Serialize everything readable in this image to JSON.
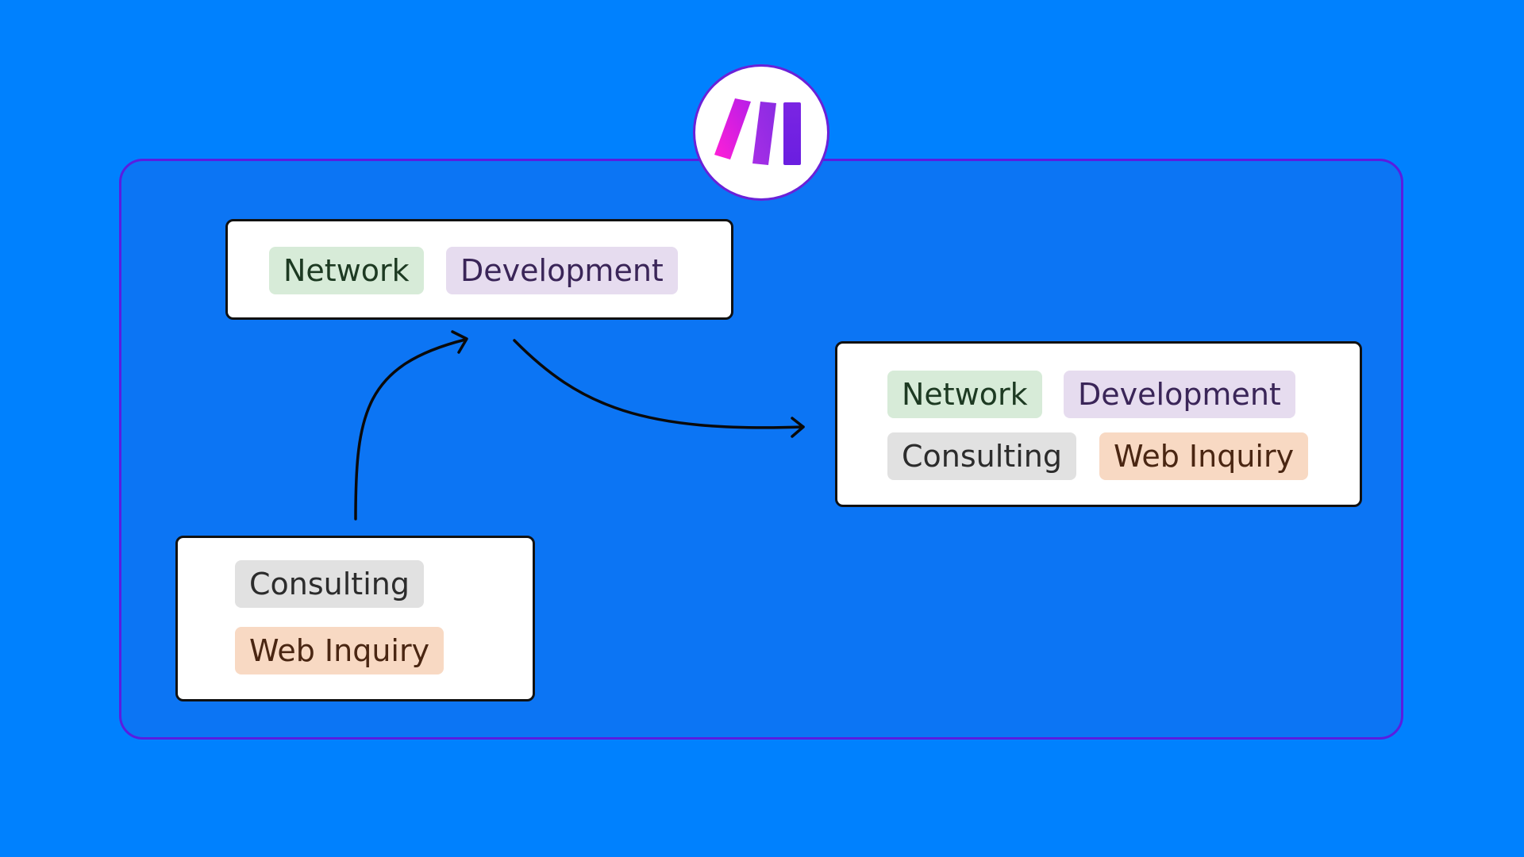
{
  "colors": {
    "background": "#0081fe",
    "frame_fill": "#0c75f4",
    "frame_border": "#5a1de0",
    "card": "#ffffff",
    "card_border": "#111111",
    "tag_network": "#d7ebd8",
    "tag_development": "#e6dcef",
    "tag_consulting": "#e1e1e1",
    "tag_webinquiry": "#f8d9c3"
  },
  "logo": {
    "icon": "make-logo-icon"
  },
  "cards": {
    "source_top": {
      "tags": [
        "Network",
        "Development"
      ]
    },
    "source_bottom": {
      "tags": [
        "Consulting",
        "Web Inquiry"
      ]
    },
    "merged": {
      "tags": [
        "Network",
        "Development",
        "Consulting",
        "Web Inquiry"
      ]
    }
  },
  "arrows": [
    {
      "from": "source_bottom",
      "to": "source_top"
    },
    {
      "from": "source_top",
      "to": "merged"
    }
  ]
}
